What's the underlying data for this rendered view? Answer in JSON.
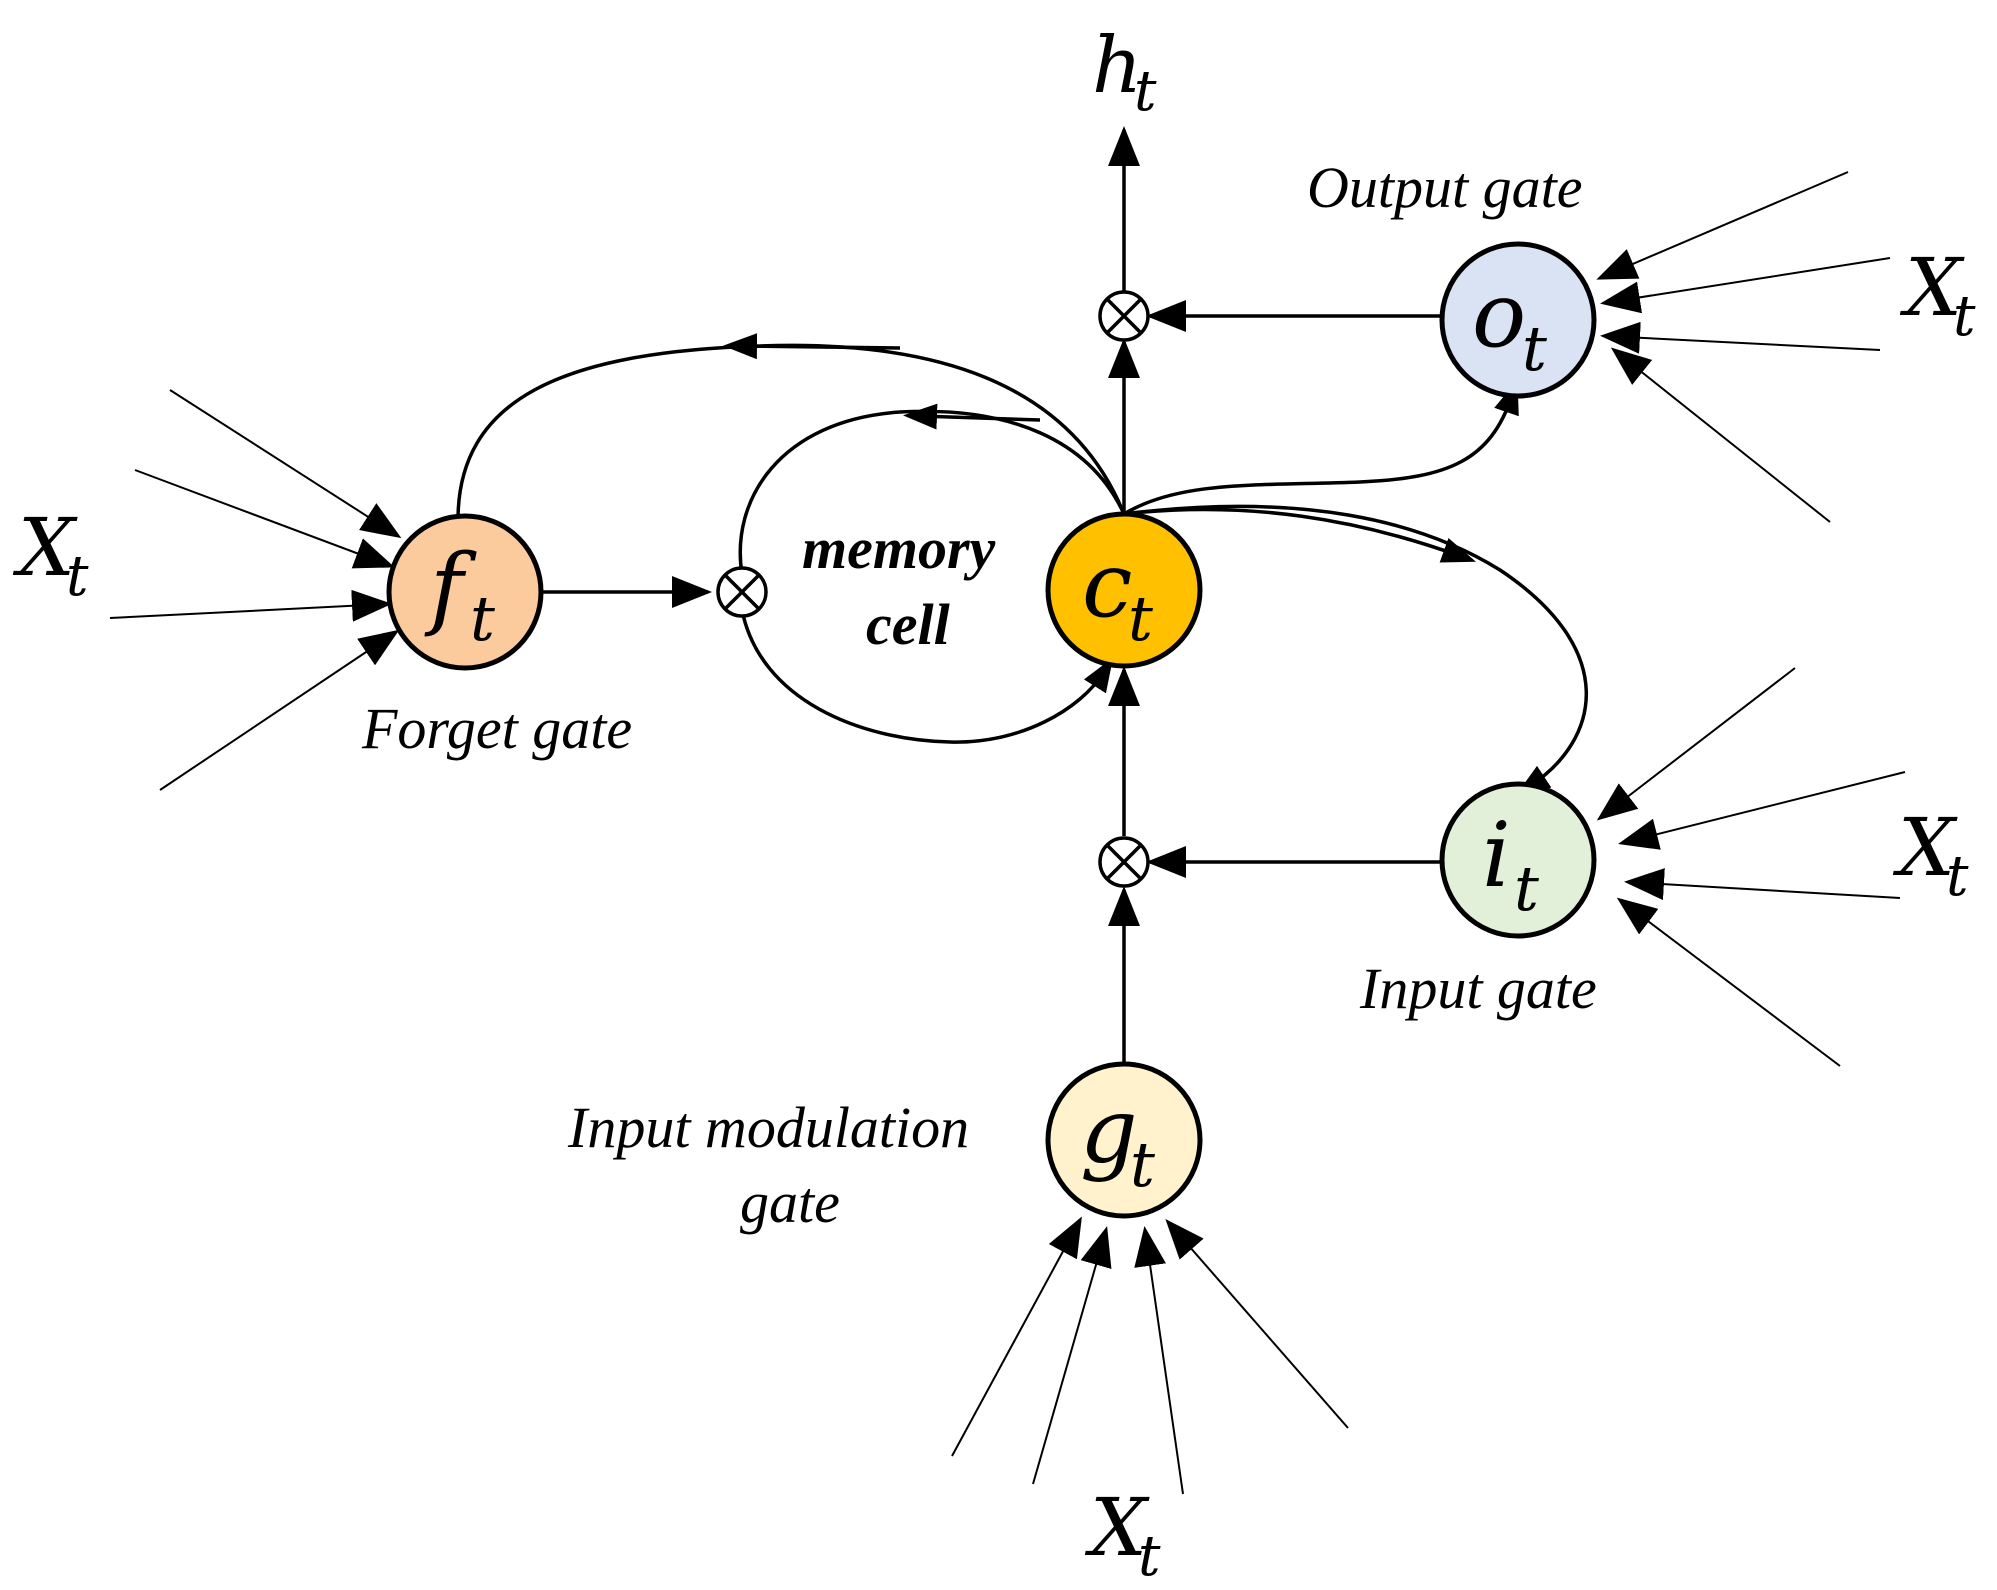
{
  "diagram": {
    "colors": {
      "forget": "#FBCB9E",
      "cell": "#FFC000",
      "output": "#DAE3F3",
      "input": "#E2F0D9",
      "modulation": "#FFF2CC",
      "stroke": "#000000"
    },
    "nodes": {
      "forget": {
        "var": "f",
        "sub": "t",
        "label": "Forget gate"
      },
      "cell": {
        "var": "c",
        "sub": "t",
        "label_line1": "memory",
        "label_line2": "cell"
      },
      "output": {
        "var": "o",
        "sub": "t",
        "label": "Output gate"
      },
      "input": {
        "var": "i",
        "sub": "t",
        "label": "Input gate"
      },
      "modulation": {
        "var": "g",
        "sub": "t",
        "label_line1": "Input modulation",
        "label_line2": "gate"
      }
    },
    "hidden_output": {
      "var": "h",
      "sub": "t"
    },
    "inputs": {
      "left": {
        "var": "X",
        "sub": "t"
      },
      "output": {
        "var": "X",
        "sub": "t"
      },
      "input": {
        "var": "X",
        "sub": "t"
      },
      "bottom": {
        "var": "X",
        "sub": "t"
      }
    },
    "multiplier_symbol": "⊗"
  }
}
